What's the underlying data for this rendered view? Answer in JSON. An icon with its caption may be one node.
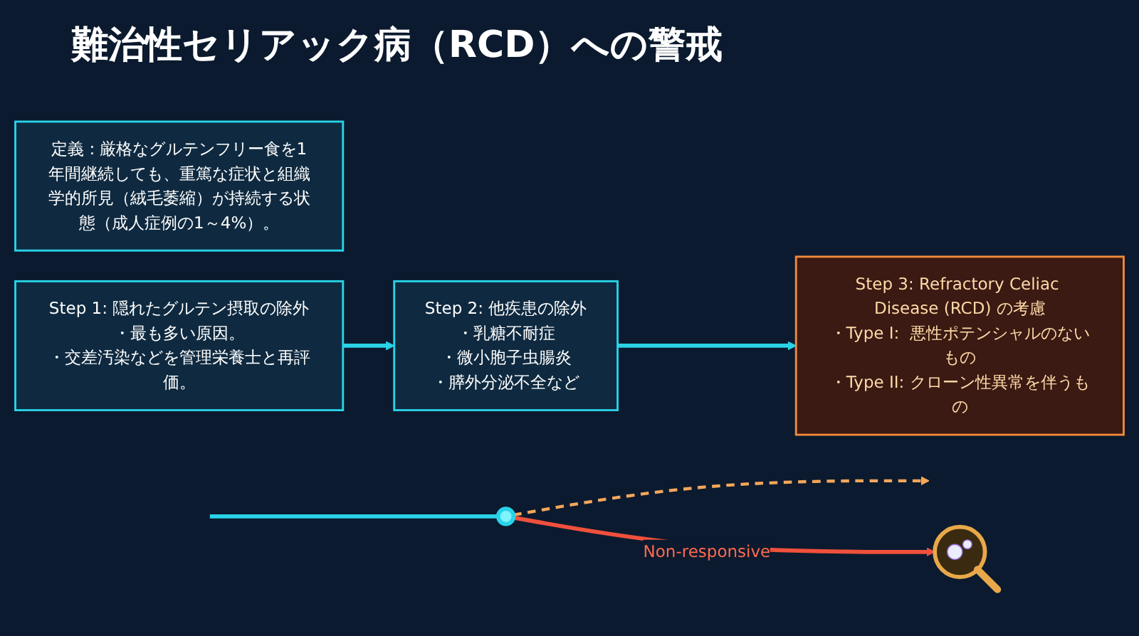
{
  "diagram": {
    "title": "難治性セリアック病（RCD）への警戒",
    "nodes": [
      {
        "text": [],
        "shape": "circle"
      },
      {
        "text": [
          "定義 : 厳格なグルテンフリー食を1年間継続しても、重篤な症状と組織学的所見（絨毛萎縮）が持続する状態（成人症例の1～4%）。"
        ]
      },
      {
        "text": [],
        "shape": "picture"
      },
      {
        "text": [
          "Step 1: 隠れたグルテン摂取の除外",
          "・最も多い原因。",
          "・交差汚染などを管理栄養士と再評価。"
        ]
      },
      {
        "text": [
          "Step 2: 他疾患の除外",
          "・乳糖不耐症",
          "・微小胞子虫腸炎",
          "・膵外分泌不全など"
        ]
      },
      {
        "text": [
          "Step 3: Refractory Celiac Disease (RCD) の考慮",
          "・Type I:  悪性ポテンシャルのないもの",
          "・Type II: クローン性異常を伴うもの"
        ]
      }
    ],
    "edges": [
      {
        "from": null,
        "to": 0,
        "arrow": "none"
      },
      {
        "from": 0,
        "to": null,
        "arrow": "to",
        "style": "dashed",
        "color": "#f5a65b"
      },
      {
        "from": 0,
        "to": 2,
        "arrow": "to",
        "label": "Non-responsive",
        "color": "#f0503c"
      },
      {
        "from": 3,
        "to": 4,
        "arrow": "to"
      },
      {
        "from": 4,
        "to": 5,
        "arrow": "to"
      }
    ]
  }
}
